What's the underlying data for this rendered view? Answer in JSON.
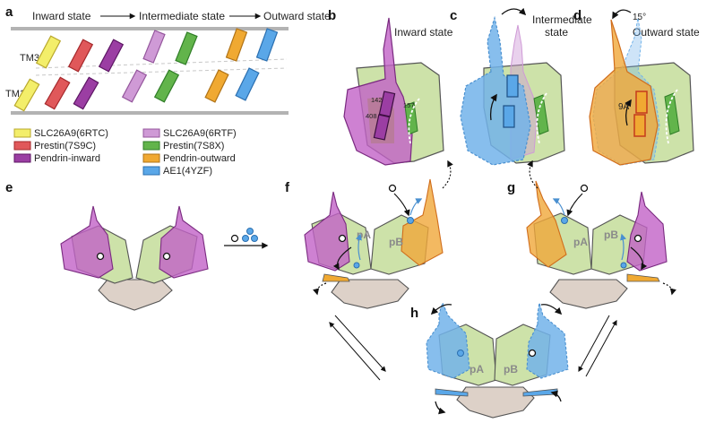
{
  "panel_labels": [
    "a",
    "b",
    "c",
    "d",
    "e",
    "f",
    "g",
    "h"
  ],
  "states": {
    "inward": "Inward state",
    "intermediate": "Intermediate state",
    "outward": "Outward state",
    "panel_c_line1": "Intermediate",
    "panel_c_line2": "state"
  },
  "helix_labels": {
    "tm3": "TM3",
    "tm10": "TM10"
  },
  "legend": [
    {
      "label": "SLC26A9(6RTC)",
      "color": "#f3ee6a",
      "stroke": "#b9a82c"
    },
    {
      "label": "SLC26A9(6RTF)",
      "color": "#cf9ad6",
      "stroke": "#94569c"
    },
    {
      "label": "Prestin(7S9C)",
      "color": "#e0585a",
      "stroke": "#a5282b"
    },
    {
      "label": "Prestin(7S8X)",
      "color": "#62b44b",
      "stroke": "#2f7d27"
    },
    {
      "label": "Pendrin-inward",
      "color": "#9b3ea3",
      "stroke": "#5c1663"
    },
    {
      "label": "Pendrin-outward",
      "color": "#f0a932",
      "stroke": "#b07317"
    },
    {
      "label": "AE1(4YZF)",
      "color": "#5aa7e8",
      "stroke": "#2b6fb0"
    }
  ],
  "residues": {
    "r142": "142",
    "r157": "157",
    "r408": "408"
  },
  "angles": {
    "rotation": "15°",
    "translation": "9A"
  },
  "domains": {
    "pA": "pA",
    "pB": "pB"
  },
  "colors": {
    "gate_green": "#cde2a9",
    "core_tan": "#ddd1c8",
    "pendrin_inward": "#c262c7",
    "pendrin_outward": "#f0a83a",
    "ae1": "#72b3ea",
    "substrate": "#5aa7e8"
  }
}
